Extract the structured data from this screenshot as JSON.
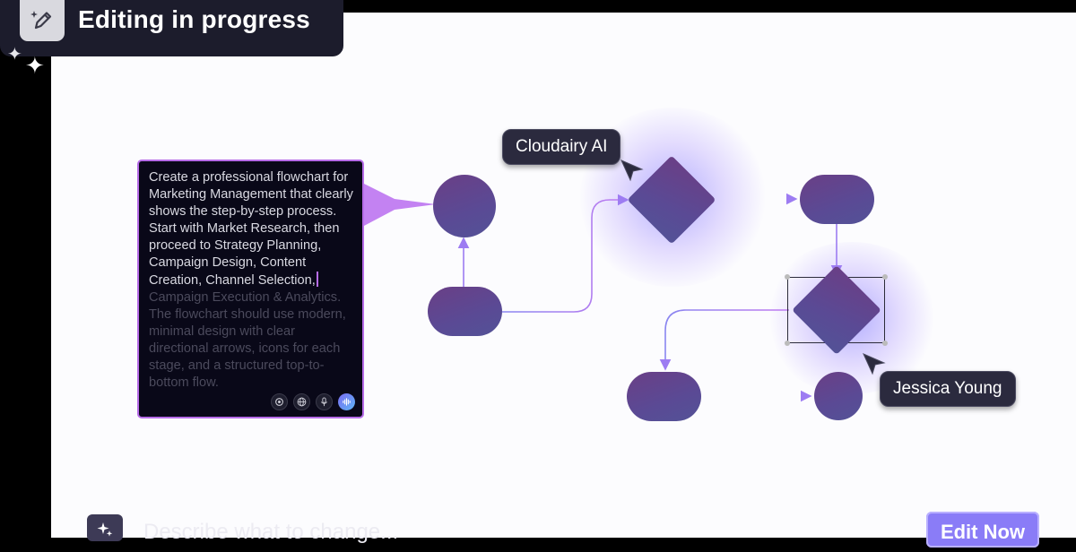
{
  "banner": {
    "title": "Editing in progress",
    "icon": "pencil-sparkle-icon"
  },
  "prompt": {
    "typed_text": "Create a professional flowchart for Marketing Management that clearly shows the step-by-step process. Start with Market Research, then proceed to Strategy Planning, Campaign Design, Content Creation, Channel Selection,",
    "pending_text": " Campaign Execution & Analytics. The flowchart should use modern, minimal design with clear directional arrows, icons for each stage, and a structured top-to-bottom flow.",
    "tools": [
      "settings-icon",
      "globe-icon",
      "microphone-icon",
      "voice-wave-icon"
    ]
  },
  "collaborators": [
    {
      "name": "Cloudairy AI"
    },
    {
      "name": "Jessica Young"
    }
  ],
  "colors": {
    "accent": "#b66ce8",
    "node": "#5a4a95",
    "connector": "#8a86f0",
    "button": "#8a7cf7"
  },
  "footer": {
    "placeholder_text": "Describe what to change...",
    "edit_button": "Edit Now"
  }
}
